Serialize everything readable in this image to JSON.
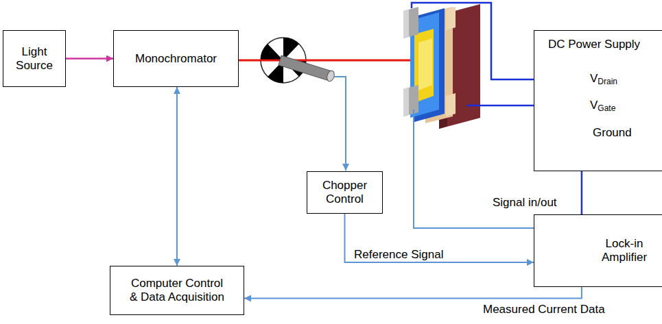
{
  "diagram": {
    "nodes": [
      {
        "text": [
          "Light Source"
        ]
      },
      {
        "text": [
          "Monochromator"
        ]
      },
      {
        "text": [
          "Chopper Control"
        ]
      },
      {
        "text": [
          "Computer Control & Data Acquisition"
        ]
      },
      {
        "text": [
          "DC Power Supply"
        ]
      },
      {
        "text": [
          "Lock-in Amplifier"
        ]
      }
    ],
    "edges": [
      {
        "from": 0,
        "to": 1,
        "arrow": "to"
      },
      {
        "from": 1,
        "to": 3,
        "arrow": "both"
      },
      {
        "from": 2,
        "to": 5,
        "label": "Reference Signal",
        "arrow": "to"
      },
      {
        "from": 5,
        "to": 3,
        "label": "Measured Current Data",
        "arrow": "to"
      },
      {
        "from": 4,
        "to": 5,
        "arrow": "none"
      }
    ],
    "labels": [
      "VDrain",
      "VGate",
      "Ground",
      "Signal in/out"
    ]
  }
}
